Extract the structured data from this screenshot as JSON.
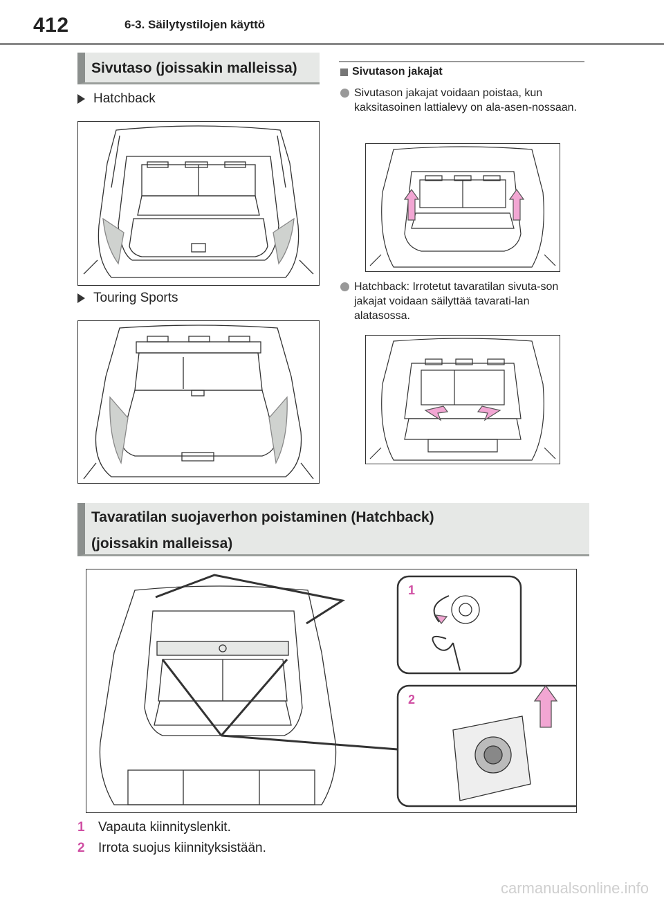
{
  "header": {
    "page_number": "412",
    "chapter": "6-3. Säilytystilojen käyttö"
  },
  "section1": {
    "title": "Sivutaso (joissakin malleissa)",
    "hatchback_label": "Hatchback",
    "touring_label": "Touring Sports"
  },
  "dividers": {
    "heading": "Sivutason jakajat",
    "bullet1": "Sivutason jakajat voidaan poistaa, kun kaksitasoinen lattialevy on ala-asen-nossaan.",
    "bullet2": "Hatchback: Irrotetut tavaratilan sivuta-son jakajat voidaan säilyttää tavarati-lan alatasossa."
  },
  "section2": {
    "title_line1": "Tavaratilan suojaverhon poistaminen (Hatchback)",
    "title_line2": "(joissakin malleissa)",
    "callout1": "1",
    "callout2": "2"
  },
  "steps": [
    {
      "num": "1",
      "text": "Vapauta kiinnityslenkit."
    },
    {
      "num": "2",
      "text": "Irrota suojus kiinnityksistään."
    }
  ],
  "watermark": "carmanualsonline.info",
  "colors": {
    "accent": "#d04fa3",
    "arrow_fill": "#f2a6d3",
    "bar_bg": "#e6e8e6",
    "bar_edge": "#8b8f8d"
  }
}
